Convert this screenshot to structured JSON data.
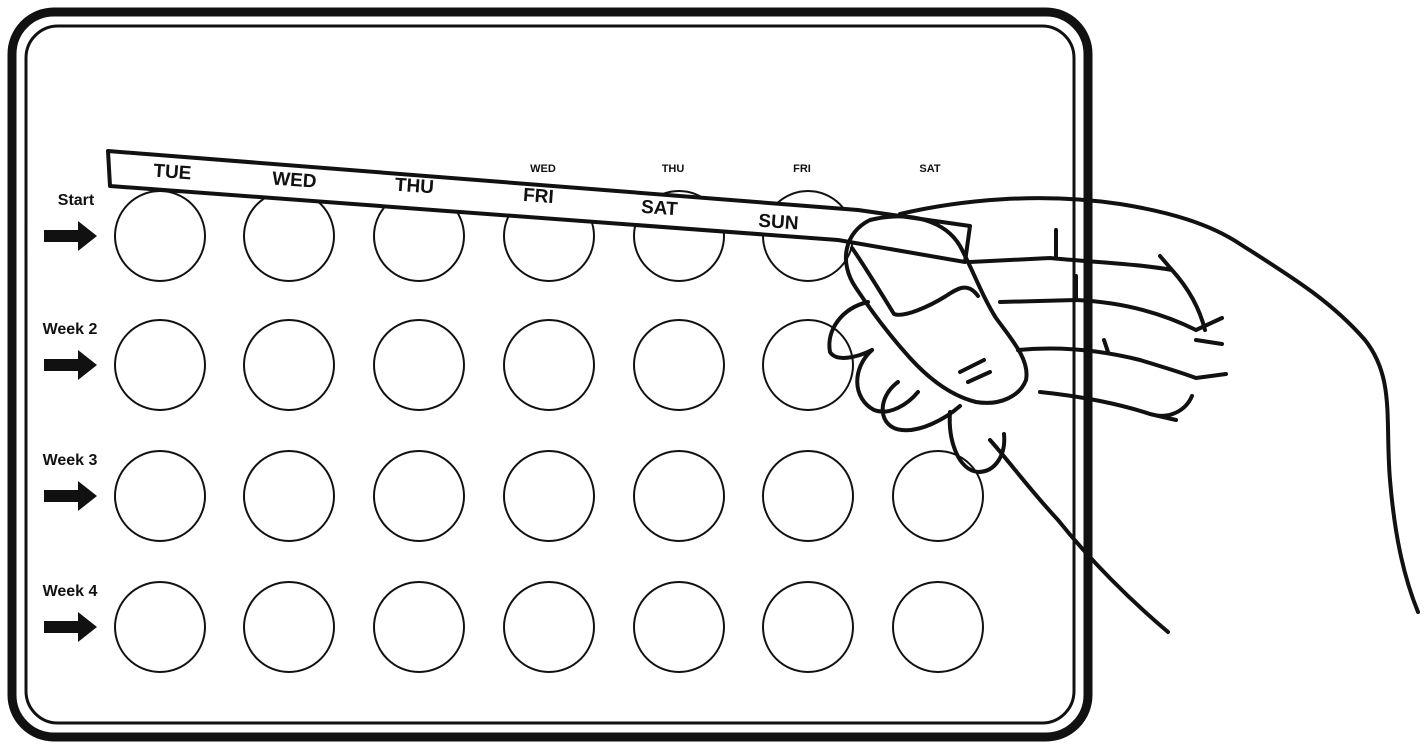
{
  "colors": {
    "ink": "#111111",
    "paper": "#ffffff"
  },
  "week_labels": [
    "Start",
    "Week 2",
    "Week 3",
    "Week 4"
  ],
  "printed_days": [
    "",
    "",
    "",
    "WED",
    "THU",
    "FRI",
    "SAT"
  ],
  "sticker_days": [
    "TUE",
    "WED",
    "THU",
    "FRI",
    "SAT",
    "SUN"
  ],
  "grid": {
    "rows": 4,
    "columns": 7
  },
  "icons": {
    "row_marker": "arrow-right-icon",
    "hand": "hand-illustration"
  }
}
